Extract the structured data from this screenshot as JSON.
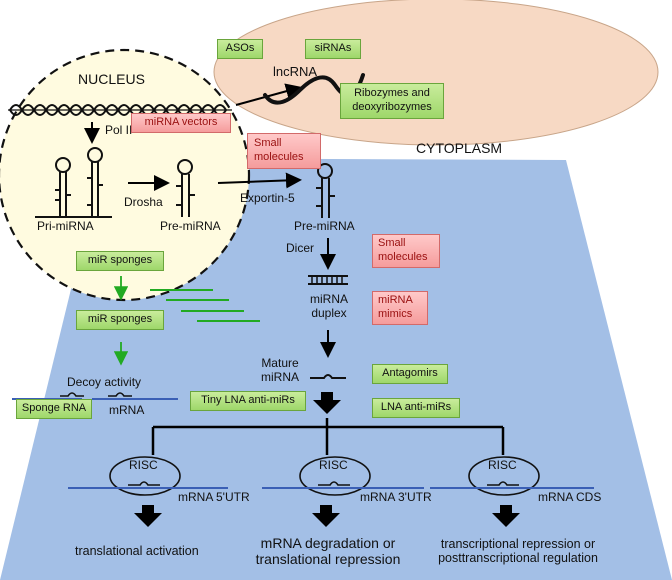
{
  "regions": {
    "nucleus": "NUCLEUS",
    "cytoplasm": "CYTOPLASM"
  },
  "labels": {
    "pol2": "Pol II",
    "lncrna": "lncRNA",
    "pri_mirna": "Pri-miRNA",
    "drosha": "Drosha",
    "pre_mirna_nucleus": "Pre-miRNA",
    "exportin": "Exportin-5",
    "pre_mirna_cyto": "Pre-miRNA",
    "dicer": "Dicer",
    "mirna_duplex_1": "miRNA",
    "mirna_duplex_2": "duplex",
    "mature_1": "Mature",
    "mature_2": "miRNA",
    "decoy": "Decoy activity",
    "mrna": "mRNA",
    "risc_1": "RISC",
    "risc_2": "RISC",
    "risc_3": "RISC",
    "utr5": "mRNA 5'UTR",
    "utr3": "mRNA 3'UTR",
    "cds": "mRNA CDS",
    "out1": "translational activation",
    "out2_1": "mRNA degradation or",
    "out2_2": "translational repression",
    "out3_1": "transcriptional repression or",
    "out3_2": "posttranscriptional regulation"
  },
  "boxes": {
    "asos": "ASOs",
    "sirnas": "siRNAs",
    "ribozymes_1": "Ribozymes and",
    "ribozymes_2": "deoxyribozymes",
    "mirna_vectors": "miRNA vectors",
    "small_mol_1_a": "Small",
    "small_mol_1_b": "molecules",
    "small_mol_2_a": "Small",
    "small_mol_2_b": "molecules",
    "mirna_mimics_a": "miRNA",
    "mirna_mimics_b": "mimics",
    "mir_sponges_1": "miR sponges",
    "mir_sponges_2": "miR sponges",
    "antagomirs": "Antagomirs",
    "sponge_rna": "Sponge RNA",
    "tiny_lna": "Tiny LNA anti-miRs",
    "lna": "LNA anti-miRs"
  },
  "colors": {
    "cytoplasm": "#a3bfe6",
    "nucleus": "#fffbe0",
    "lncrna_cell": "#f7d9c4",
    "green_box": "#b3e282",
    "red_box": "#f9b4b4",
    "sponge_lines": "#22aa22",
    "mrna_lines": "#3a5fb5"
  }
}
